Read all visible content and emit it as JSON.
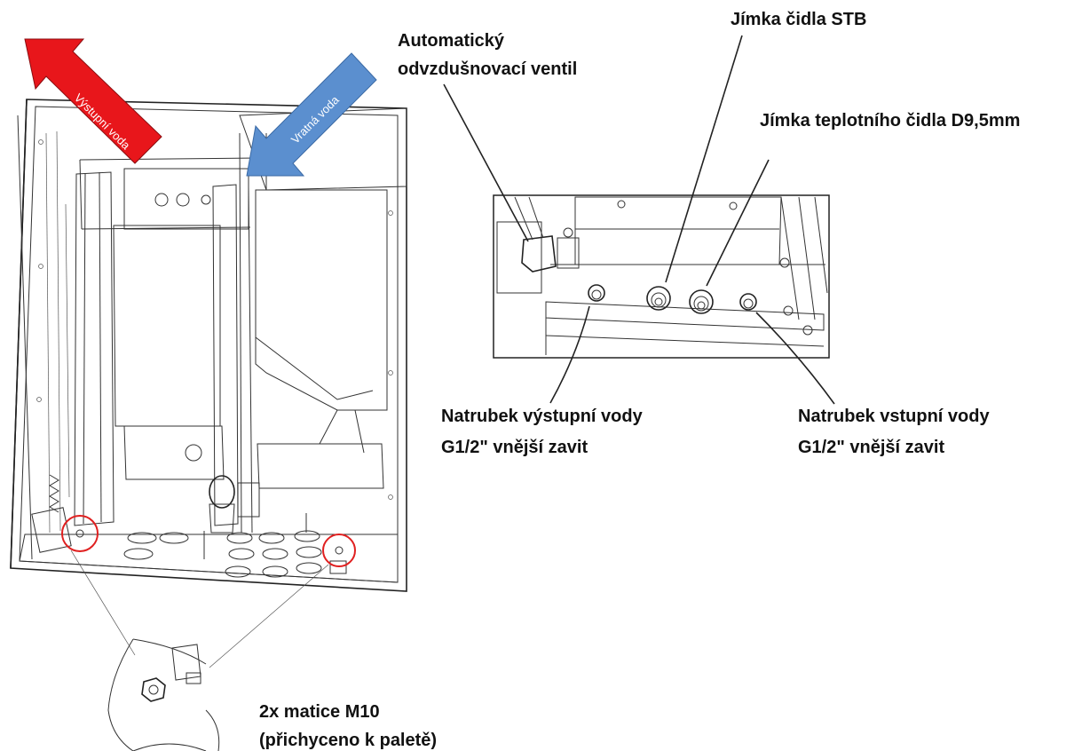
{
  "arrows": {
    "outlet": "Výstupní voda",
    "return": "Vratná voda",
    "outlet_color": "#e8161b",
    "return_color": "#5b8fcf"
  },
  "labels": {
    "air_vent_line1": "Automatický",
    "air_vent_line2": "odvzdušnovací ventil",
    "stb_sensor": "Jímka čidla STB",
    "temp_sensor": "Jímka teplotního čidla D9,5mm",
    "outlet_socket_line1": "Natrubek výstupní vody",
    "outlet_socket_line2": "G1/2\" vnější zavit",
    "inlet_socket_line1": "Natrubek vstupní vody",
    "inlet_socket_line2": "G1/2\" vnější zavit",
    "nuts_line1": "2x matice M10",
    "nuts_line2": "(přichyceno k paletě)"
  },
  "highlight_color": "#e02020"
}
